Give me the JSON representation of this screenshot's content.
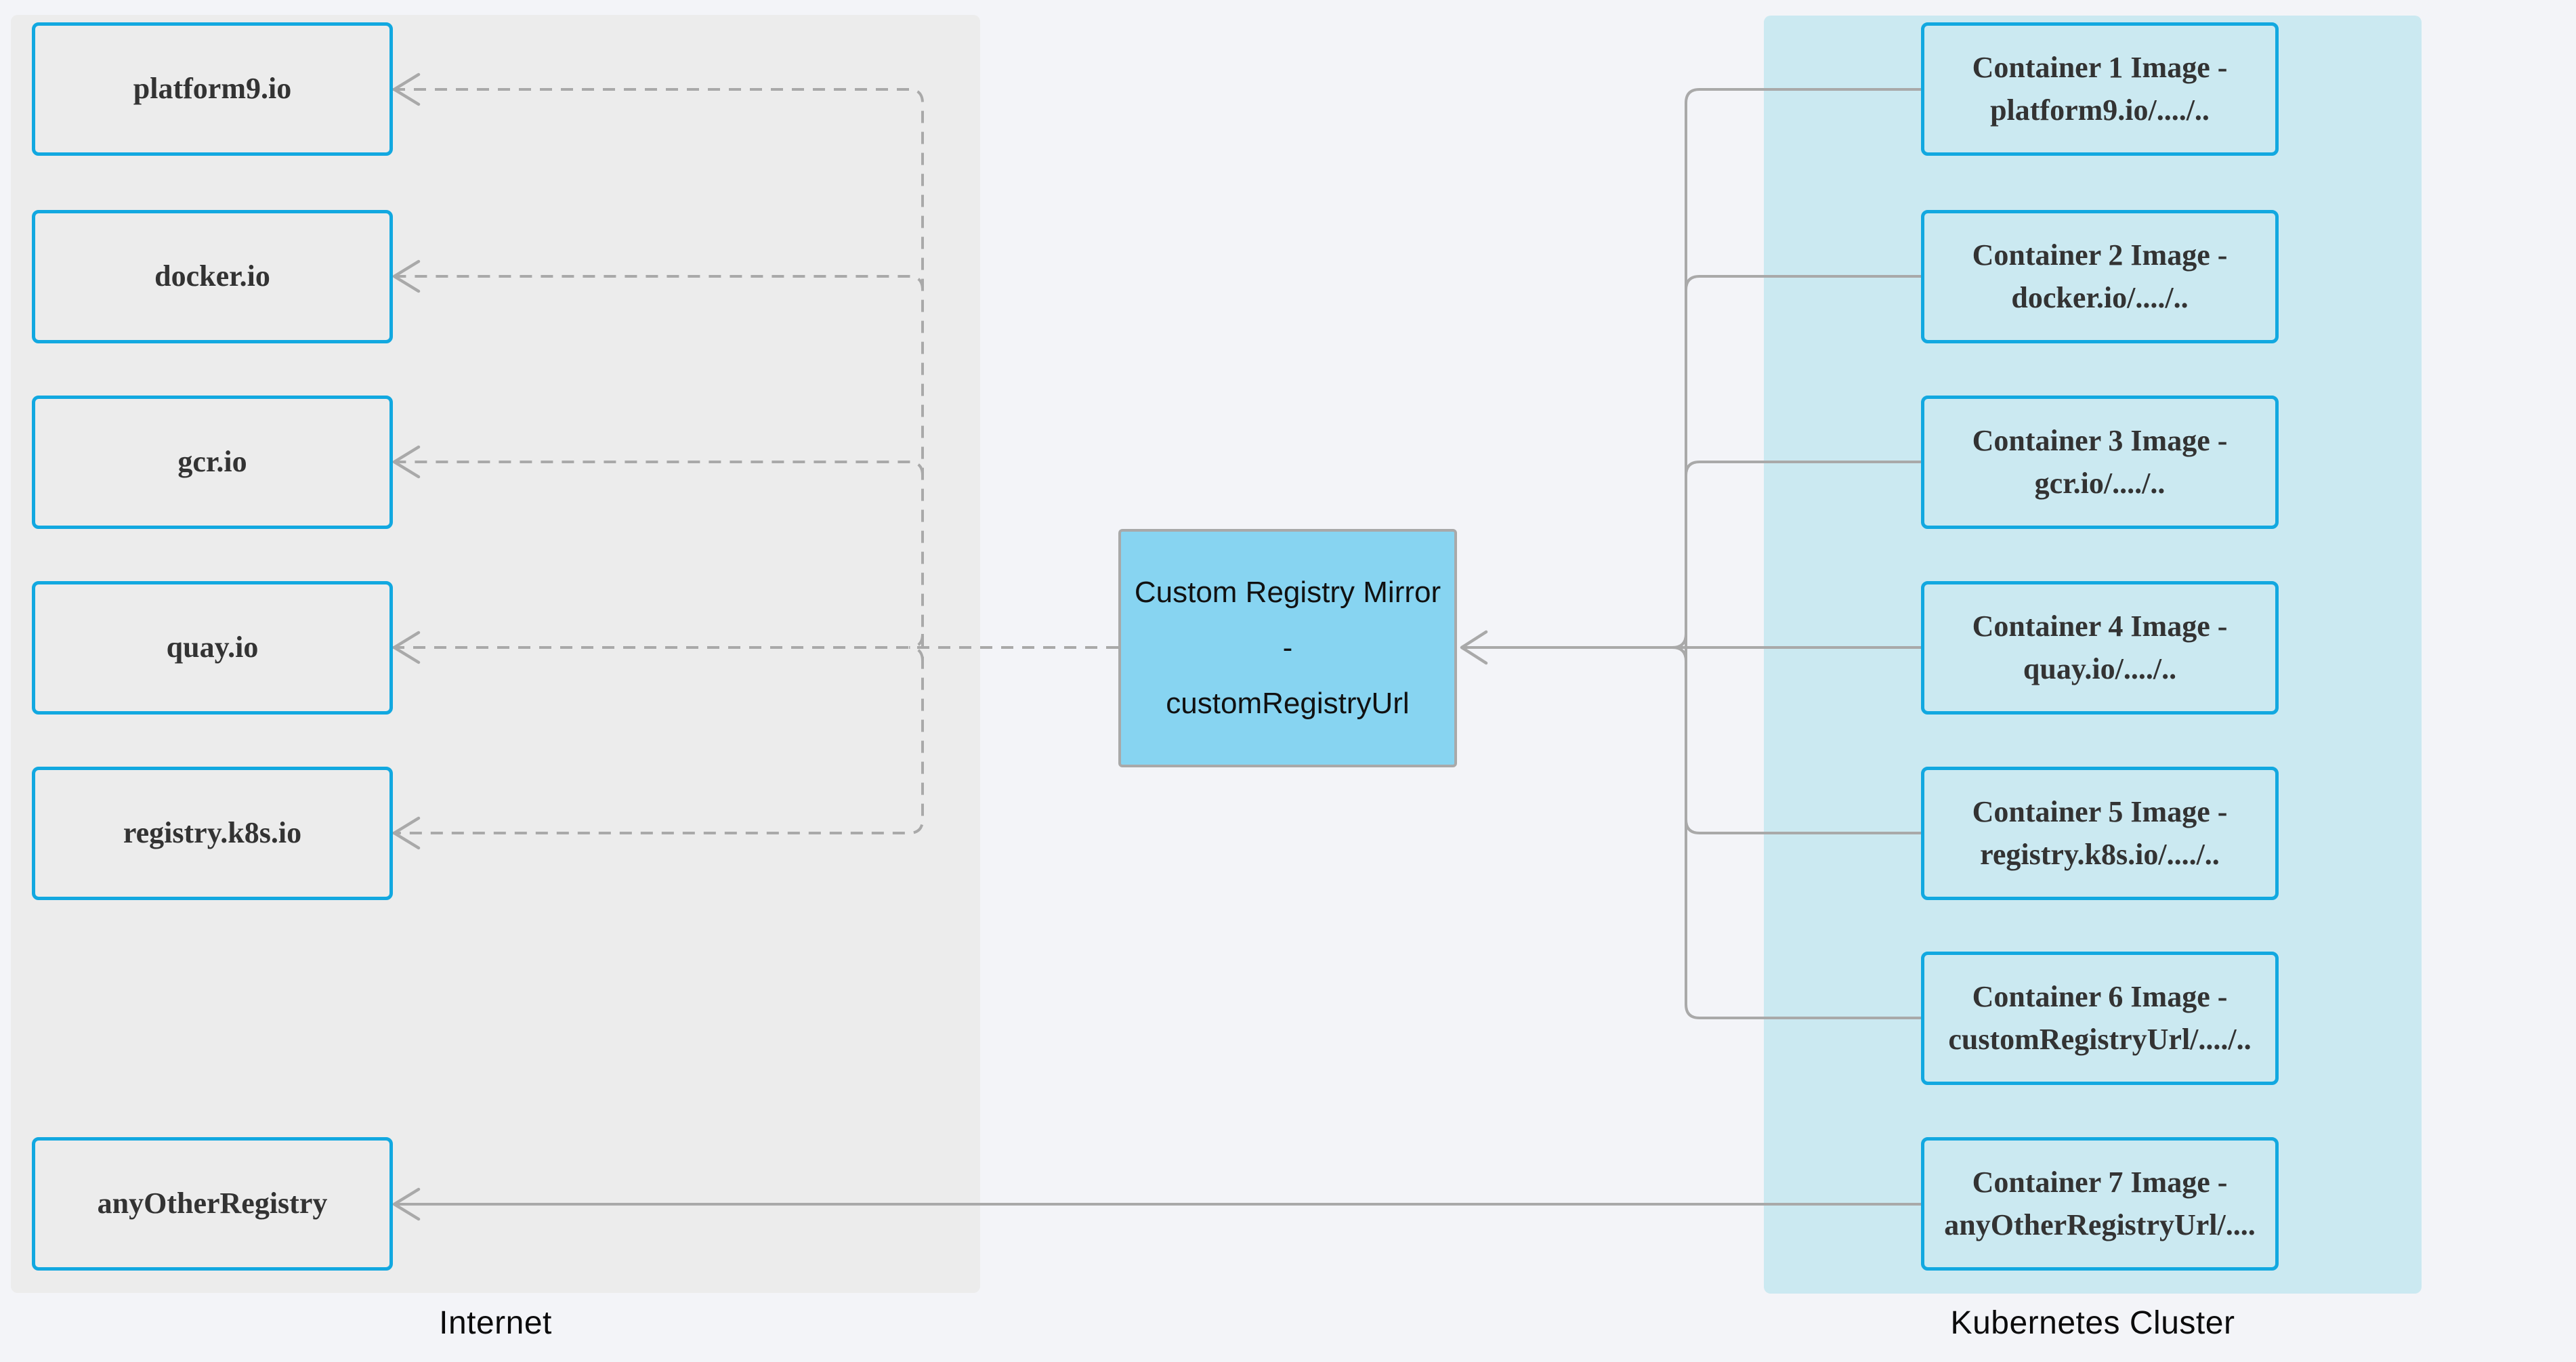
{
  "internet_panel": {
    "caption": "Internet",
    "registries": [
      "platform9.io",
      "docker.io",
      "gcr.io",
      "quay.io",
      "registry.k8s.io",
      "anyOtherRegistry"
    ]
  },
  "kubernetes_panel": {
    "caption": "Kubernetes Cluster",
    "containers": [
      {
        "title": "Container 1 Image -",
        "image": "platform9.io/..../.."
      },
      {
        "title": "Container 2 Image -",
        "image": "docker.io/..../.."
      },
      {
        "title": "Container 3 Image -",
        "image": "gcr.io/..../.."
      },
      {
        "title": "Container 4 Image -",
        "image": "quay.io/..../.."
      },
      {
        "title": "Container 5 Image -",
        "image": "registry.k8s.io/..../.."
      },
      {
        "title": "Container 6 Image -",
        "image": "customRegistryUrl/..../.."
      },
      {
        "title": "Container 7 Image -",
        "image": "anyOtherRegistryUrl/...."
      }
    ]
  },
  "mirror_node": {
    "title": "Custom Registry Mirror",
    "separator": "-",
    "subtitle": "customRegistryUrl"
  },
  "colors": {
    "canvas_bg": "#f3f4f8",
    "internet_panel_bg": "#ececec",
    "kubernetes_panel_bg": "#cbe9f1",
    "node_border": "#12a8e0",
    "mirror_fill": "#87d4f1",
    "mirror_border": "#a9a9a9",
    "edge_gray": "#a9a9a9",
    "node_text": "#333333",
    "caption_text": "#0b0b0c"
  }
}
